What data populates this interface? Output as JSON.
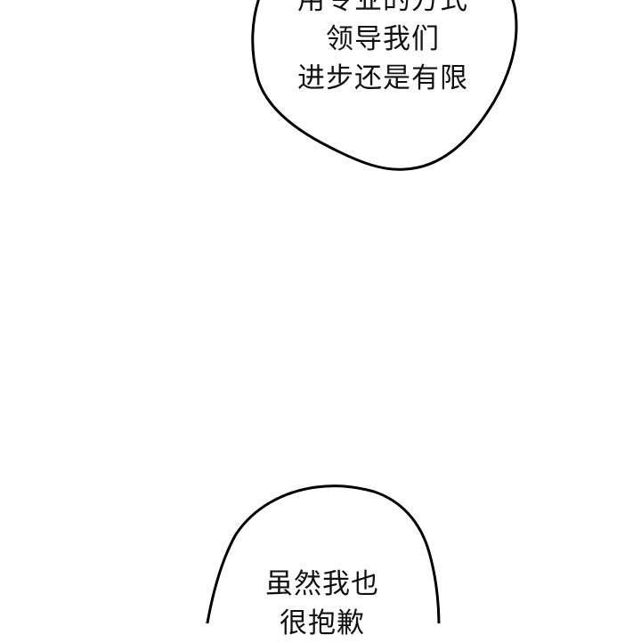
{
  "bubbles": {
    "top": {
      "lines": [
        "用专业的方式",
        "领导我们",
        "进步还是有限"
      ]
    },
    "bottom": {
      "lines": [
        "虽然我也",
        "很抱歉"
      ]
    }
  },
  "colors": {
    "background": "#ffffff",
    "outline": "#000000",
    "text": "#111111"
  }
}
